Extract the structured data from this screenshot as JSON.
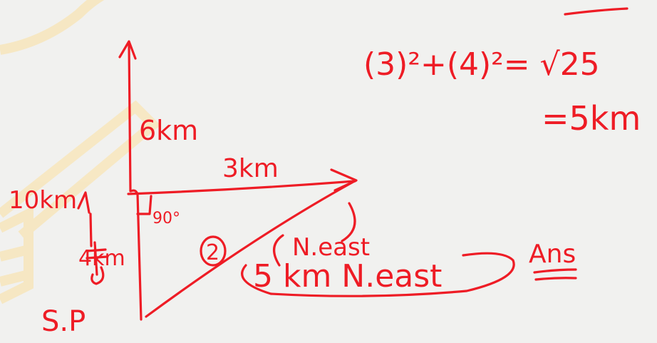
{
  "board": {
    "background": "#f1f1ef",
    "ink_color": "#ee1c25",
    "watermark_color": "#f7e7bf"
  },
  "labels": {
    "north_leg": "6km",
    "east_leg": "3km",
    "total_north": "10km",
    "first_leg": "4km",
    "angle": "90°",
    "step_number": "2",
    "start_point": "S.P",
    "direction": "N.east",
    "answer": "5 km N.east",
    "ans_tag": "Ans"
  },
  "calculation": {
    "formula": "(3)²+(4)²= √25",
    "result": "=5km"
  }
}
